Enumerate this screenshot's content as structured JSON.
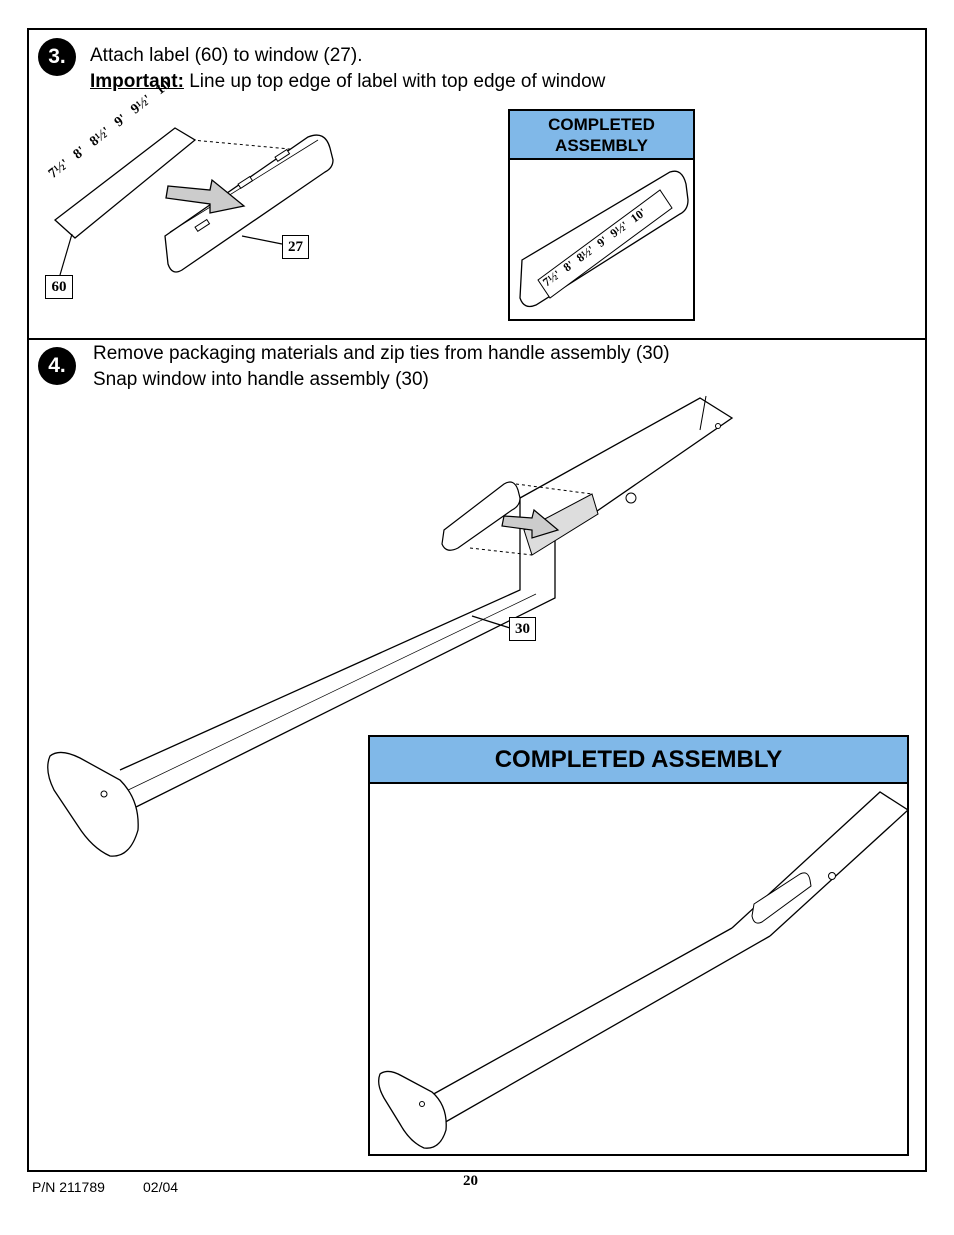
{
  "step3": {
    "number": "3.",
    "line1": "Attach label (60) to window (27).",
    "important_label": "Important:",
    "line2": " Line up top edge of label with top edge of window",
    "completed_label_line1": "COMPLETED",
    "completed_label_line2": "ASSEMBLY",
    "callout_label": "60",
    "callout_window": "27",
    "scale_marks": [
      "10'",
      "9½'",
      "9'",
      "8½'",
      "8'",
      "7½'"
    ]
  },
  "step4": {
    "number": "4.",
    "line1": "Remove packaging materials and zip ties from handle assembly (30)",
    "line2": "Snap window into handle assembly (30)",
    "callout_handle": "30",
    "completed_label": "COMPLETED ASSEMBLY"
  },
  "footer": {
    "part_number": "P/N 211789",
    "date": "02/04",
    "page": "20"
  },
  "colors": {
    "header_fill": "#80b8e8",
    "line": "#000000"
  }
}
